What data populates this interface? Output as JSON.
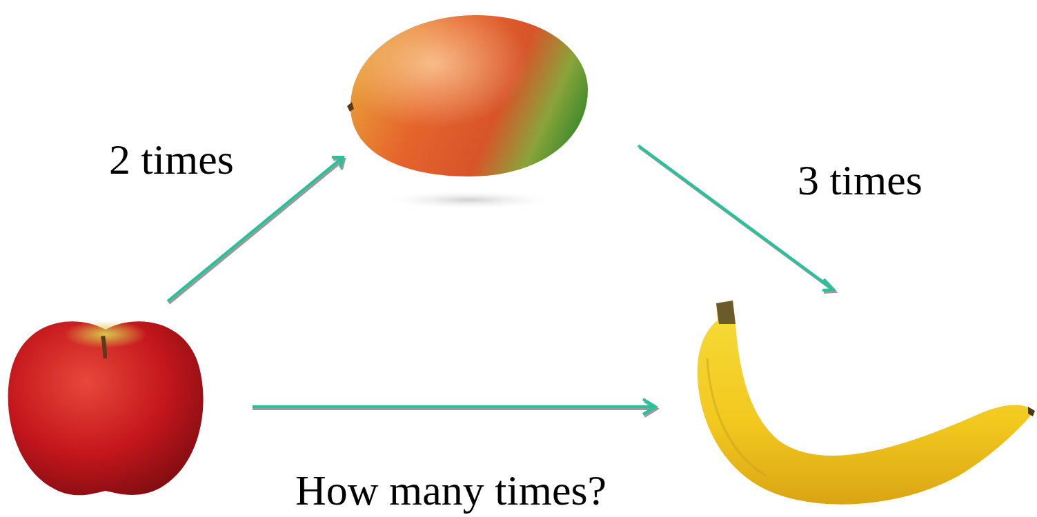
{
  "diagram": {
    "labels": [
      "2 times",
      "3 times",
      "How many times?"
    ]
  }
}
